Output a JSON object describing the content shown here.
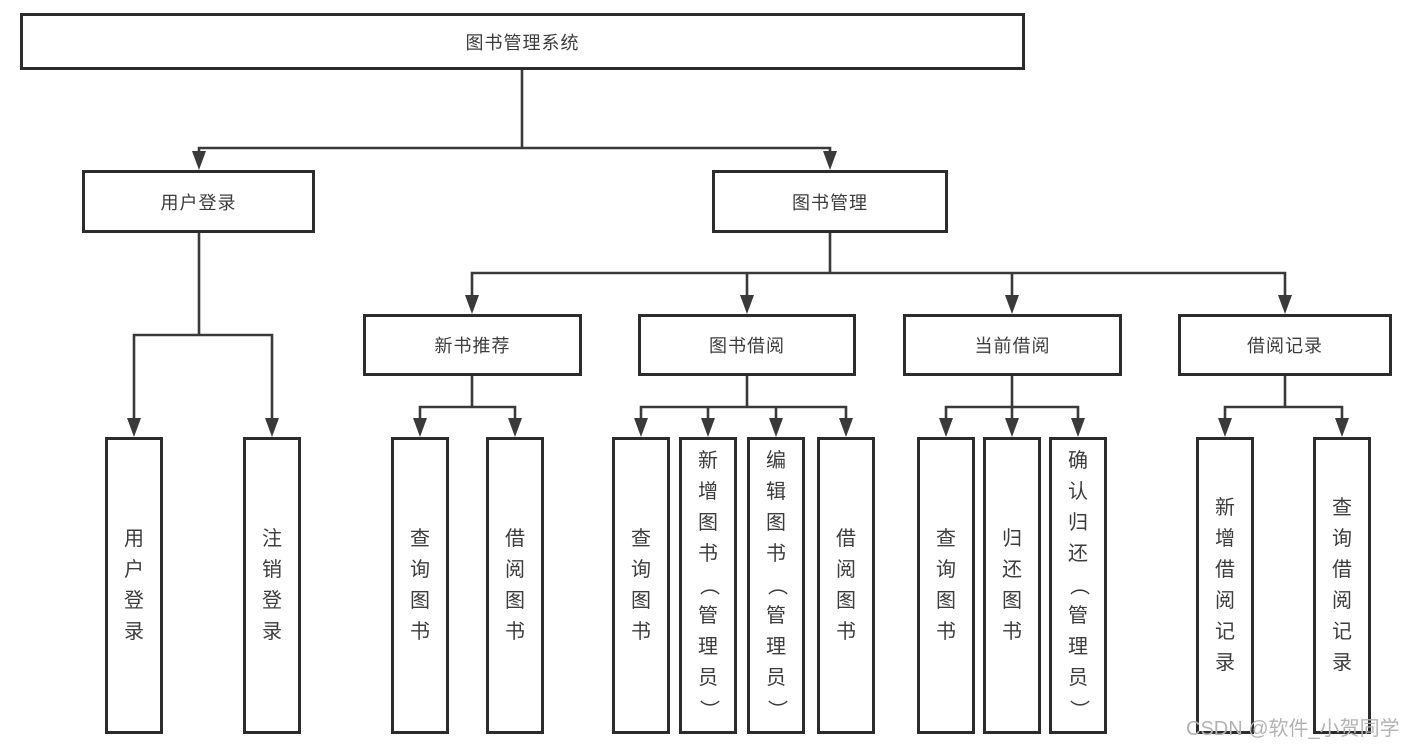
{
  "tree": {
    "label": "图书管理系统",
    "children": [
      {
        "label": "用户登录",
        "children": [
          {
            "label": "用户登录"
          },
          {
            "label": "注销登录"
          }
        ]
      },
      {
        "label": "图书管理",
        "children": [
          {
            "label": "新书推荐",
            "children": [
              {
                "label": "查询图书"
              },
              {
                "label": "借阅图书"
              }
            ]
          },
          {
            "label": "图书借阅",
            "children": [
              {
                "label": "查询图书"
              },
              {
                "label": "新增图书（管理员）"
              },
              {
                "label": "编辑图书（管理员）"
              },
              {
                "label": "借阅图书"
              }
            ]
          },
          {
            "label": "当前借阅",
            "children": [
              {
                "label": "查询图书"
              },
              {
                "label": "归还图书"
              },
              {
                "label": "确认归还（管理员）"
              }
            ]
          },
          {
            "label": "借阅记录",
            "children": [
              {
                "label": "新增借阅记录"
              },
              {
                "label": "查询借阅记录"
              }
            ]
          }
        ]
      }
    ]
  },
  "watermark": {
    "text": "CSDN @软件_小贺同学"
  },
  "colors": {
    "box_border": "#2c2c2c",
    "connector_line": "#3a3a3a",
    "text": "#3c3c3c",
    "watermark": "#b3b3b3",
    "background": "#ffffff"
  }
}
